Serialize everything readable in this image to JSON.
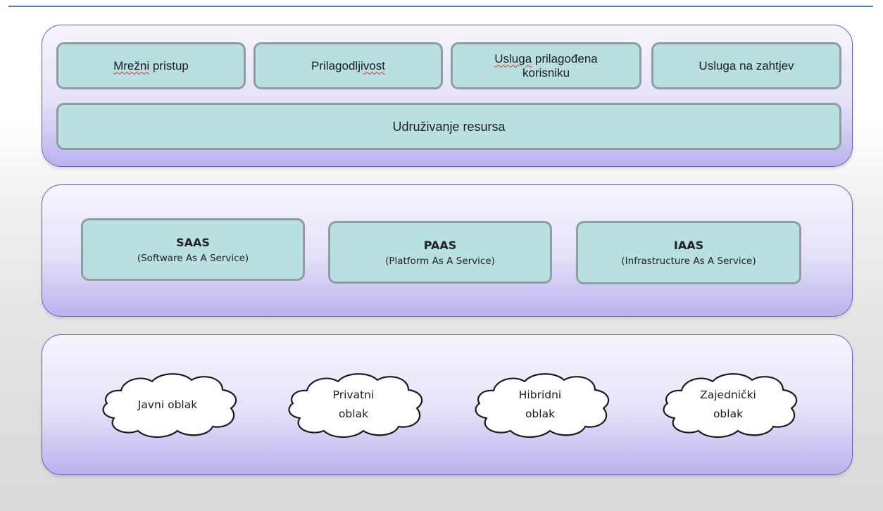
{
  "characteristics": {
    "mrezni_pristup": "Mrežni pristup",
    "prilagodljivost": "Prilagodljivost",
    "usluga_prilagodena_1": "Usluga prilagođena",
    "usluga_prilagodena_2": "korisniku",
    "usluga_na_zahtjev": "Usluga na zahtjev",
    "udruzivanje_resursa": "Udruživanje resursa"
  },
  "service_models": {
    "saas": {
      "name": "SAAS",
      "full": "(Software As A Service)"
    },
    "paas": {
      "name": "PAAS",
      "full": "(Platform As A Service)"
    },
    "iaas": {
      "name": "IAAS",
      "full": "(Infrastructure As A Service)"
    }
  },
  "deployment_models": {
    "javni": {
      "line1": "Javni oblak"
    },
    "privatni": {
      "line1": "Privatni",
      "line2": "oblak"
    },
    "hibridni": {
      "line1": "Hibridni",
      "line2": "oblak"
    },
    "zajednicki": {
      "line1": "Zajednički",
      "line2": "oblak"
    }
  },
  "colors": {
    "layer_border": "#6a5fc7",
    "box_fill": "#b9e0e1",
    "box_border": "#8e9ea0",
    "top_rule": "#4a86c5"
  }
}
